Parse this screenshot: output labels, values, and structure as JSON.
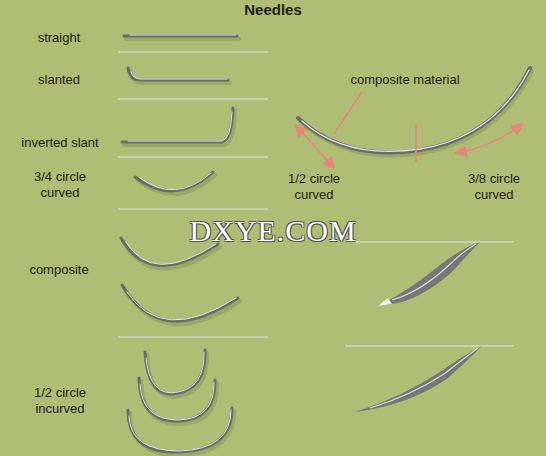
{
  "diagram": {
    "title": "Needles",
    "labels": [
      "straight",
      "slanted",
      "inverted slant",
      "3/4 circle curved",
      "composite",
      "1/2 circle incurved",
      "composite material",
      "1/2 circle curved",
      "3/8 circle curved",
      "DXYE.COM"
    ]
  }
}
